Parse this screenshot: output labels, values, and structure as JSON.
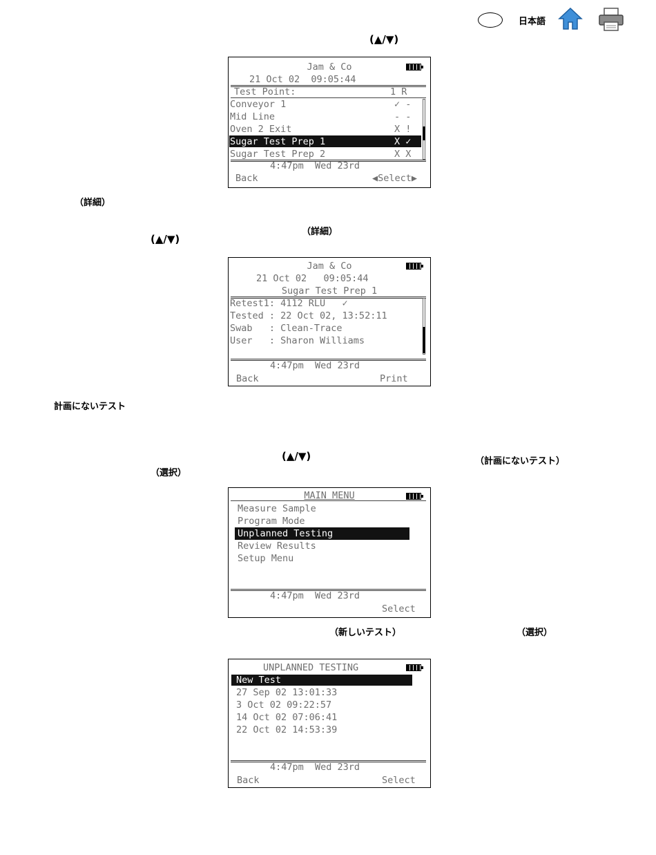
{
  "header": {
    "language": "日本語"
  },
  "icons": {
    "home": "home-icon",
    "print": "printer-icon",
    "oval": "oval-icon"
  },
  "text": {
    "arrows_1": "(▲/▼)",
    "shosai_1": "（詳細）",
    "shosai_2": "（詳細）",
    "arrows_2": "(▲/▼)",
    "unplanned_heading": "計画にないテスト",
    "arrows_3": "(▲/▼)",
    "unplanned_paren": "（計画にないテスト）",
    "select_1": "（選択）",
    "new_test_paren": "（新しいテスト）",
    "select_2": "（選択）"
  },
  "screen1": {
    "company": "Jam & Co",
    "datetime": "21 Oct 02  09:05:44",
    "col_header_label": "Test Point:",
    "col_header_cols": "1 R",
    "rows": [
      {
        "name": "Conveyor 1",
        "status": "✓ -"
      },
      {
        "name": "Mid Line",
        "status": "- -"
      },
      {
        "name": "Oven 2 Exit",
        "status": "X !"
      },
      {
        "name": "Sugar Test Prep 1",
        "status": "X ✓"
      },
      {
        "name": "Sugar Test Prep 2",
        "status": "X X"
      }
    ],
    "footer_time": "4:47pm  Wed 23rd",
    "back": "Back",
    "select": "◀Select▶"
  },
  "screen2": {
    "company": "Jam & Co",
    "datetime": "21 Oct 02   09:05:44",
    "title": "Sugar Test Prep 1",
    "lines": [
      "Retest1: 4112 RLU   ✓",
      "Tested : 22 Oct 02, 13:52:11",
      "Swab   : Clean-Trace",
      "User   : Sharon Williams"
    ],
    "footer_time": "4:47pm  Wed 23rd",
    "back": "Back",
    "print": "Print"
  },
  "screen3": {
    "title": "MAIN MENU",
    "items": [
      "Measure Sample",
      "Program Mode",
      "Unplanned Testing",
      "Review Results",
      "Setup Menu"
    ],
    "footer_time": "4:47pm  Wed 23rd",
    "select": "Select"
  },
  "screen4": {
    "title": "UNPLANNED TESTING",
    "items": [
      "New Test",
      "27 Sep 02 13:01:33",
      "3 Oct 02 09:22:57",
      "14 Oct 02 07:06:41",
      "22 Oct 02 14:53:39"
    ],
    "footer_time": "4:47pm  Wed 23rd",
    "back": "Back",
    "select": "Select"
  }
}
